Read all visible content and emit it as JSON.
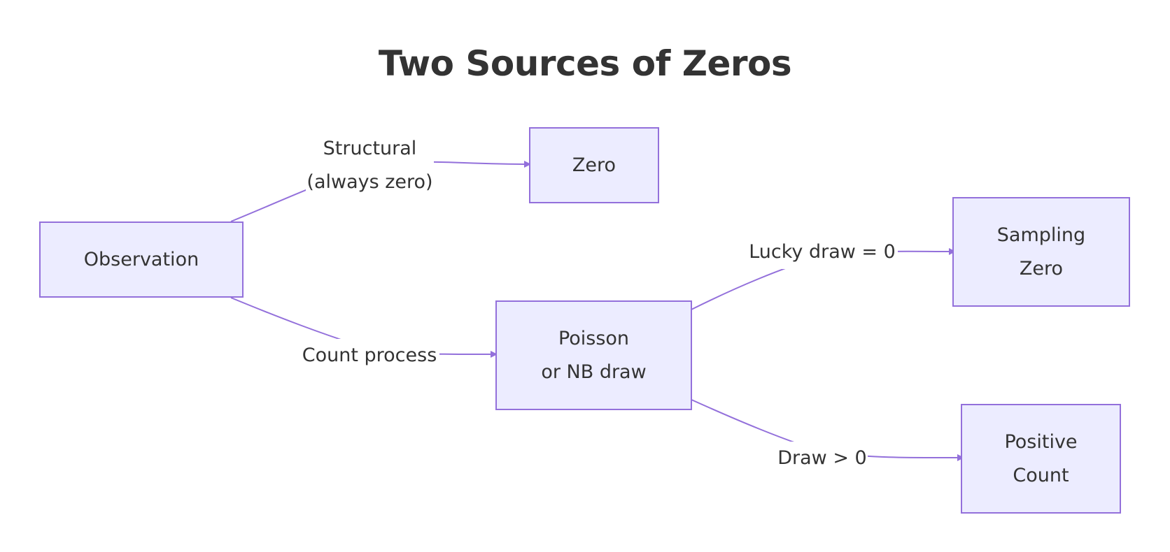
{
  "title": "Two Sources of Zeros",
  "colors": {
    "node_fill": "#ECECFF",
    "node_stroke": "#9370DB",
    "edge": "#9370DB",
    "text": "#333333"
  },
  "nodes": {
    "observation": {
      "lines": [
        "Observation"
      ]
    },
    "zero": {
      "lines": [
        "Zero"
      ]
    },
    "poisson": {
      "lines": [
        "Poisson",
        "or NB draw"
      ]
    },
    "sampling_zero": {
      "lines": [
        "Sampling",
        "Zero"
      ]
    },
    "positive_count": {
      "lines": [
        "Positive",
        "Count"
      ]
    }
  },
  "edges": [
    {
      "from": "Observation",
      "to": "Zero",
      "label_lines": [
        "Structural",
        "(always zero)"
      ]
    },
    {
      "from": "Observation",
      "to": "Poisson or NB draw",
      "label_lines": [
        "Count process"
      ]
    },
    {
      "from": "Poisson or NB draw",
      "to": "Sampling Zero",
      "label_lines": [
        "Lucky draw = 0"
      ]
    },
    {
      "from": "Poisson or NB draw",
      "to": "Positive Count",
      "label_lines": [
        "Draw > 0"
      ]
    }
  ]
}
